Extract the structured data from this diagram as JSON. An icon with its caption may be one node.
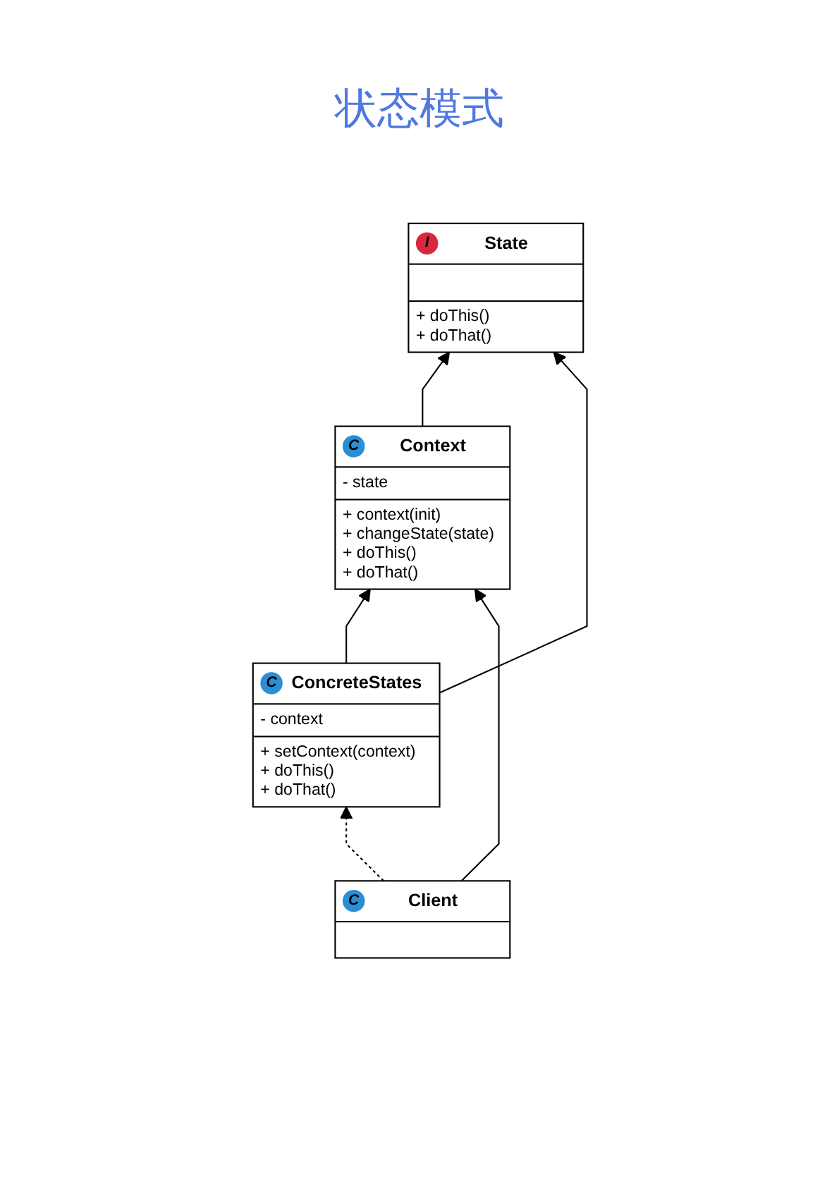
{
  "diagram": {
    "title": "状态模式",
    "nodes": [
      {
        "text": [
          "C",
          "Context",
          "- state",
          "+ context(init)",
          "+ changeState(state)",
          "+ doThis()",
          "+ doThat()"
        ]
      },
      {
        "text": [
          "I",
          "State",
          "+ doThis()",
          "+ doThat()"
        ]
      },
      {
        "text": [
          "C",
          "ConcreteStates",
          "- context",
          "+ setContext(context)",
          "+ doThis()",
          "+ doThat()"
        ]
      },
      {
        "text": [
          "C",
          "Client"
        ]
      }
    ],
    "edges": [
      {
        "from": 0,
        "to": 1,
        "arrow": "to"
      },
      {
        "from": 2,
        "to": 1,
        "arrow": "to"
      },
      {
        "from": 2,
        "to": 0,
        "arrow": "to"
      },
      {
        "from": 3,
        "to": 0,
        "arrow": "to"
      },
      {
        "from": 3,
        "to": 2,
        "arrow": "to",
        "style": "dashed"
      }
    ]
  }
}
